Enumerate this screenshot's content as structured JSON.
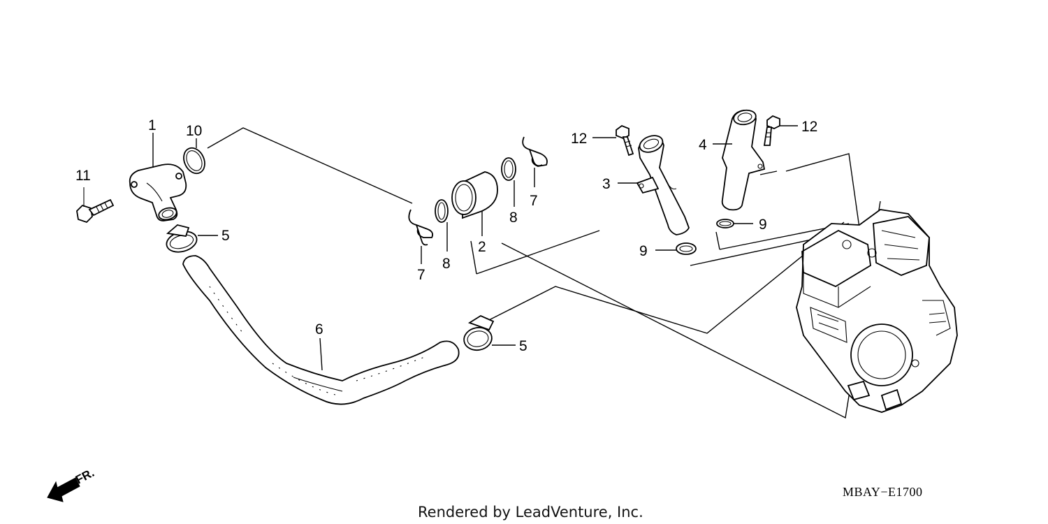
{
  "diagram": {
    "labels": {
      "p1": "1",
      "p2": "2",
      "p3": "3",
      "p4": "4",
      "p5a": "5",
      "p5b": "5",
      "p6": "6",
      "p7a": "7",
      "p7b": "7",
      "p8a": "8",
      "p8b": "8",
      "p9a": "9",
      "p9b": "9",
      "p10": "10",
      "p11": "11",
      "p12a": "12",
      "p12b": "12"
    },
    "ref_code": "MBAY−E1700",
    "fr_marker": "FR.",
    "credit": "Rendered by LeadVenture, Inc."
  }
}
